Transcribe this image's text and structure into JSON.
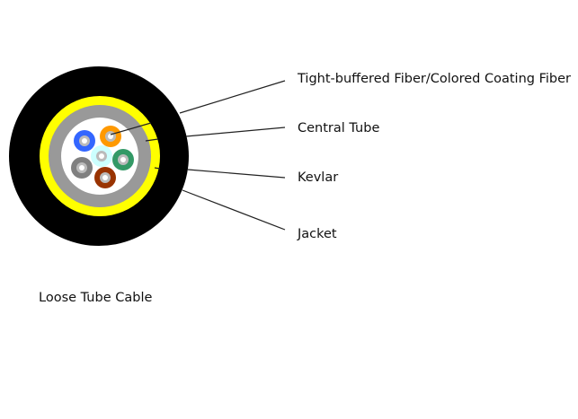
{
  "labels": {
    "fiber": "Tight-buffered Fiber/Colored Coating Fiber",
    "central_tube": "Central Tube",
    "kevlar": "Kevlar",
    "jacket": "Jacket"
  },
  "caption": "Loose Tube Cable",
  "colors": {
    "jacket": "#000000",
    "kevlar": "#ffff00",
    "central_tube": "#999999",
    "tube_interior": "#ffffff",
    "fibers": [
      "#3366ff",
      "#ff9900",
      "#ccffff",
      "#339966",
      "#808080",
      "#993300"
    ]
  }
}
